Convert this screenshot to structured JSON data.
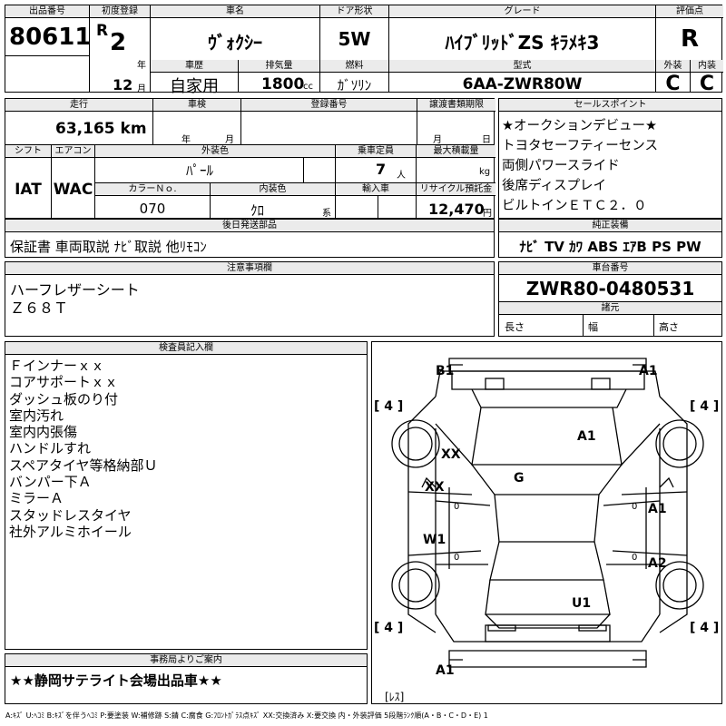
{
  "top": {
    "lot_no_label": "出品番号",
    "lot_no": "80611",
    "first_reg_label": "初度登録",
    "era": "R",
    "year": "2",
    "year_unit": "年",
    "month": "12",
    "month_unit": "月",
    "model_label": "車名",
    "model": "ｳﾞｫｸｼｰ",
    "door_label": "ドア形状",
    "door": "5W",
    "grade_label": "グレード",
    "grade": "ﾊｲﾌﾞﾘｯﾄﾞZS ｷﾗﾒｷ3",
    "score_label": "評価点",
    "score": "R",
    "history_label": "車歴",
    "history": "自家用",
    "displacement_label": "排気量",
    "displacement": "1800",
    "displacement_unit": "cc",
    "fuel_label": "燃料",
    "fuel": "ｶﾞｿﾘﾝ",
    "type_label": "型式",
    "type": "6AA-ZWR80W",
    "ext_label": "外装",
    "ext": "C",
    "int_label": "内装",
    "int": "C"
  },
  "mid": {
    "mileage_label": "走行",
    "mileage": "63,165 km",
    "inspection_label": "車検",
    "inspection_year_unit": "年",
    "inspection_month_unit": "月",
    "plate_label": "登録番号",
    "transfer_label": "譲渡書類期限",
    "transfer_month_unit": "月",
    "transfer_day_unit": "日",
    "shift_label": "シフト",
    "shift": "IAT",
    "ac_label": "エアコン",
    "ac": "WAC",
    "color_label": "外装色",
    "color": "ﾊﾟｰﾙ",
    "capacity_label": "乗車定員",
    "capacity": "7",
    "capacity_unit": "人",
    "load_label": "最大積載量",
    "load_unit": "kg",
    "color_no_label": "カラーＮｏ.",
    "color_no": "070",
    "interior_color_label": "内装色",
    "interior_color": "ｸﾛ",
    "interior_unit": "系",
    "import_label": "輸入車",
    "recycle_label": "リサイクル預託金",
    "recycle": "12,470",
    "recycle_unit": "円"
  },
  "sales_points": {
    "label": "セールスポイント",
    "items": [
      "★オークションデビュー★",
      "トヨタセーフティーセンス",
      "両側パワースライド",
      "後席ディスプレイ",
      "ビルトインＥＴＣ２．０"
    ]
  },
  "later_parts": {
    "label": "後日発送部品",
    "text": "保証書 車両取説 ﾅﾋﾞ取説 他ﾘﾓｺﾝ"
  },
  "genuine": {
    "label": "純正装備",
    "text": "ﾅﾋﾞ TV ｶﾜ ABS ｴｱB PS PW"
  },
  "notes": {
    "label": "注意事項欄",
    "lines": [
      "ハーフレザーシート",
      "Ｚ６８Ｔ"
    ]
  },
  "chassis": {
    "label": "車台番号",
    "number": "ZWR80-0480531"
  },
  "dims": {
    "label": "諸元",
    "length": "長さ",
    "width": "幅",
    "height": "高さ"
  },
  "inspector": {
    "label": "検査員記入欄",
    "lines": [
      "Ｆインナーｘｘ",
      "コアサポートｘｘ",
      "ダッシュ板のり付",
      "室内汚れ",
      "室内内張傷",
      "ハンドルすれ",
      "スペアタイヤ等格納部Ｕ",
      "バンパー下Ａ",
      "ミラーＡ",
      "スタッドレスタイヤ",
      "社外アルミホイール"
    ]
  },
  "diagram": {
    "labels": {
      "b1": "B1",
      "a1_tr": "A1",
      "a1_hood": "A1",
      "xx_1": "XX",
      "xx_2": "XX",
      "g": "G",
      "w1": "W1",
      "a1_r": "A1",
      "a2": "A2",
      "u1": "U1",
      "a1_bl": "A1",
      "rear": "[ﾚｽ]"
    },
    "tires": {
      "fl": "[ 4 ]",
      "fr": "[ 4 ]",
      "rl": "[ 4 ]",
      "rr": "[ 4 ]"
    },
    "zero": "0"
  },
  "office": {
    "label": "事務局よりご案内",
    "text": "★★静岡サテライト会場出品車★★"
  },
  "legend": "A:ｷｽﾞ U:ﾍｺﾐ B:ｷｽﾞを伴うﾍｺﾐ P:要塗装 W:補修跡 S:錆 C:腐食 G:ﾌﾛﾝﾄｶﾞﾗｽ点ｷｽﾞ XX:交換済み X:要交換 内・外装評価 5段階ﾗﾝｸ順(A・B・C・D・E) 1"
}
